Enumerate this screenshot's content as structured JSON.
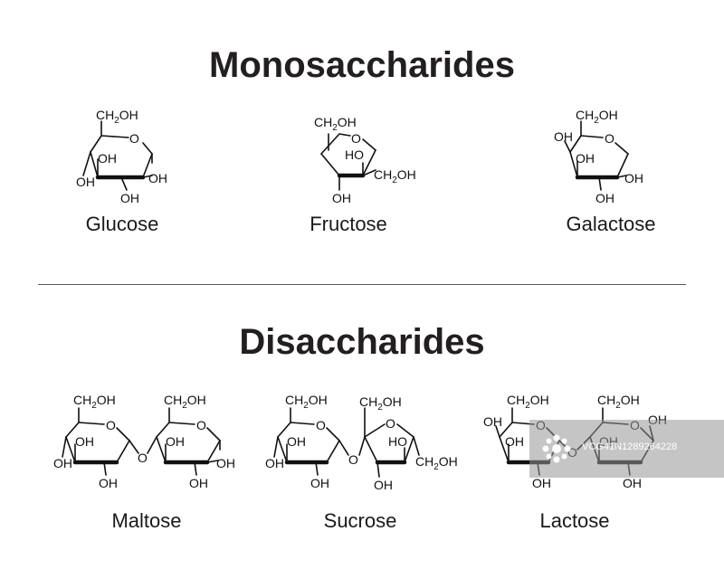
{
  "headings": {
    "monosaccharides": "Monosaccharides",
    "disaccharides": "Disaccharides"
  },
  "molecules": {
    "glucose": "Glucose",
    "fructose": "Fructose",
    "galactose": "Galactose",
    "maltose": "Maltose",
    "sucrose": "Sucrose",
    "lactose": "Lactose"
  },
  "atom_labels": {
    "ch2oh_c": "CH",
    "ch2oh_sub": "2",
    "ch2oh_end": "OH",
    "oh": "OH",
    "ho": "HO",
    "ring_o": "O",
    "bridge_o": "O"
  },
  "watermark": {
    "text": "VCG41N1289264228"
  },
  "colors": {
    "text": "#231f20",
    "lines": "#111111",
    "background": "#ffffff"
  }
}
